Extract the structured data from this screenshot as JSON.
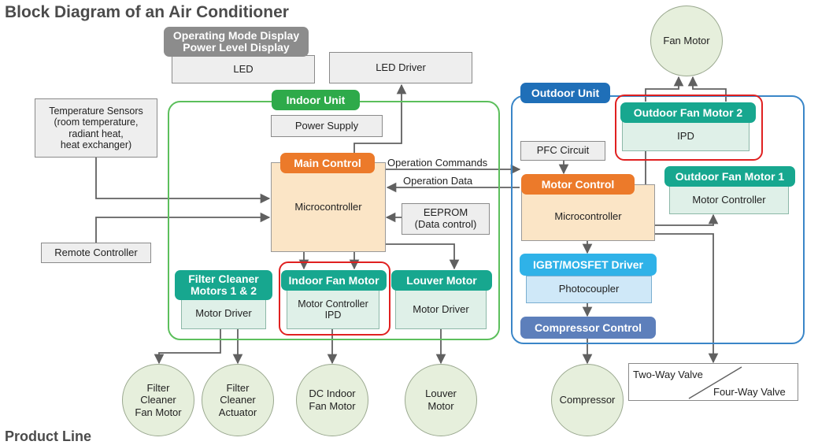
{
  "title": "Block Diagram of an Air Conditioner",
  "footer_fragment": "Product Line",
  "display": {
    "label_line1": "Operating Mode Display",
    "label_line2": "Power Level Display",
    "led": "LED",
    "led_driver": "LED Driver"
  },
  "sensors": {
    "line1": "Temperature Sensors",
    "line2": "(room temperature,",
    "line3": "radiant heat,",
    "line4": "heat exchanger)"
  },
  "remote": "Remote Controller",
  "indoor": {
    "unit_label": "Indoor Unit",
    "power_supply": "Power Supply",
    "main_control": "Main Control",
    "microcontroller": "Microcontroller",
    "eeprom_line1": "EEPROM",
    "eeprom_line2": "(Data control)",
    "filter_label_line1": "Filter Cleaner",
    "filter_label_line2": "Motors 1 & 2",
    "filter_driver": "Motor Driver",
    "fan_label": "Indoor Fan Motor",
    "fan_line1": "Motor Controller",
    "fan_line2": "IPD",
    "louver_label": "Louver Motor",
    "louver_driver": "Motor Driver"
  },
  "signals": {
    "commands": "Operation Commands",
    "data": "Operation Data"
  },
  "outdoor": {
    "unit_label": "Outdoor Unit",
    "pfc": "PFC Circuit",
    "motor_control": "Motor Control",
    "microcontroller": "Microcontroller",
    "igbt_label": "IGBT/MOSFET Driver",
    "photocoupler": "Photocoupler",
    "compressor_control": "Compressor Control",
    "fan2_label": "Outdoor Fan Motor 2",
    "fan2_ipd": "IPD",
    "fan1_label": "Outdoor Fan Motor 1",
    "fan1_controller": "Motor Controller"
  },
  "loads": {
    "fan_motor": "Fan Motor",
    "filter_fan_line1": "Filter",
    "filter_fan_line2": "Cleaner",
    "filter_fan_line3": "Fan Motor",
    "filter_act_line1": "Filter",
    "filter_act_line2": "Cleaner",
    "filter_act_line3": "Actuator",
    "dc_line1": "DC Indoor",
    "dc_line2": "Fan Motor",
    "louver_line1": "Louver",
    "louver_line2": "Motor",
    "compressor": "Compressor",
    "two_way": "Two-Way Valve",
    "four_way": "Four-Way Valve"
  },
  "colors": {
    "indoor_frame": "#5cbf5c",
    "outdoor_frame": "#3a86c8",
    "highlight": "#e02020",
    "wire": "#606060",
    "green_tag": "#2eaa4a",
    "orange_tag": "#ec7a2a",
    "teal_tag": "#17a78f",
    "blue_tag": "#1f6fb8",
    "cyan_tag": "#2fb2e8",
    "slate_tag": "#5d7fbb"
  }
}
